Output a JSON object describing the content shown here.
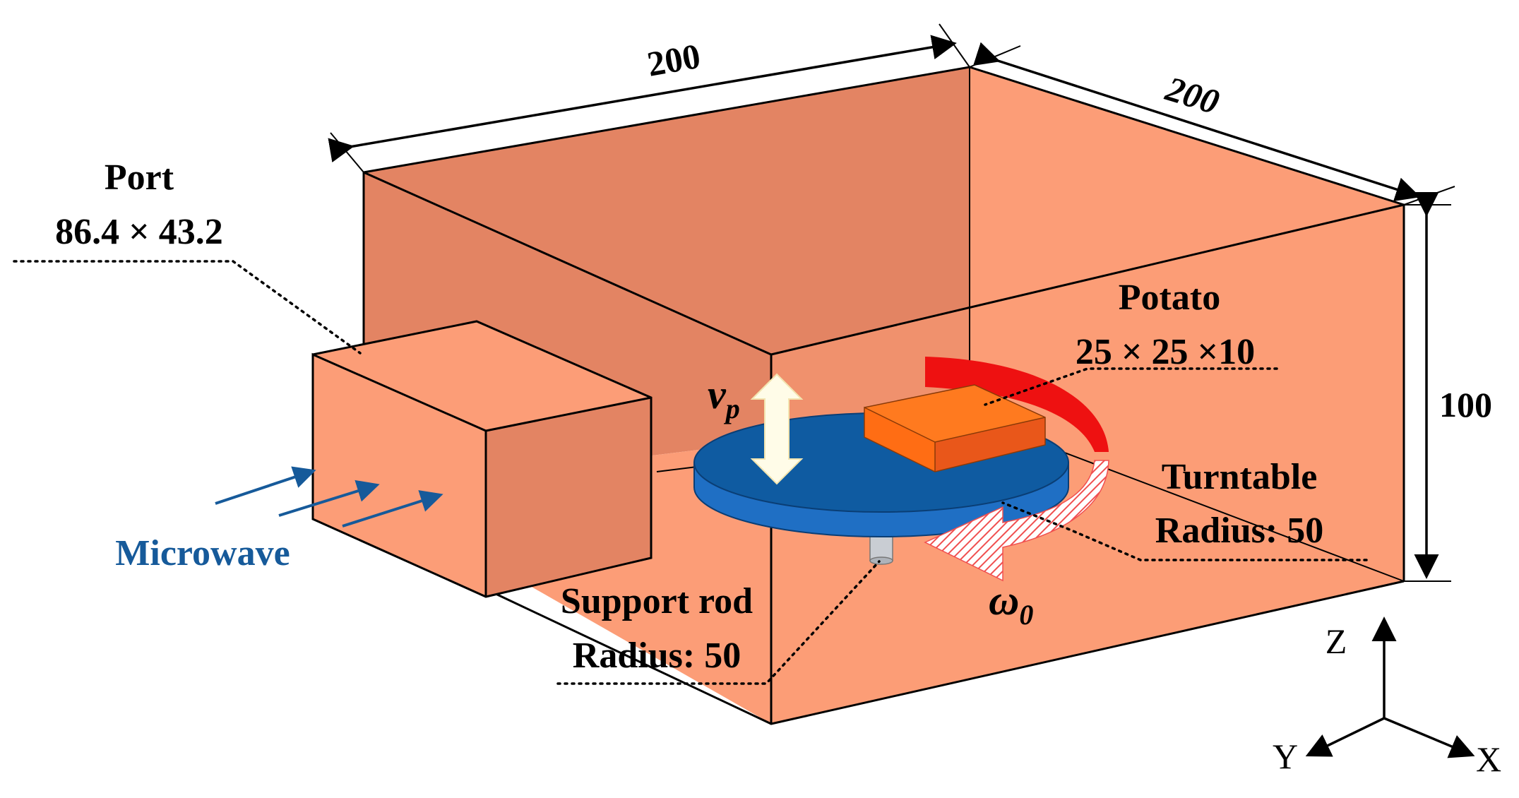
{
  "dimensions": {
    "width_top": "200",
    "depth_top": "200",
    "height_right": "100"
  },
  "port": {
    "title": "Port",
    "size": "86.4 × 43.2"
  },
  "potato": {
    "title": "Potato",
    "size": "25 × 25 ×10"
  },
  "turntable": {
    "title": "Turntable",
    "radius": "Radius: 50"
  },
  "support_rod": {
    "title": "Support rod",
    "radius": "Radius: 50"
  },
  "microwave_label": "Microwave",
  "velocity": {
    "symbol": "v",
    "subscript": "p"
  },
  "angular_velocity": {
    "symbol": "ω",
    "subscript": "0"
  },
  "axes": {
    "z": "Z",
    "y": "Y",
    "x": "X"
  },
  "colors": {
    "cavity_back": "#E38463",
    "cavity_floor": "#FC9D77",
    "port_box": "#FB9C76",
    "turntable": "#0F5BA1",
    "potato": "#FF6D14",
    "rotation_arrow": "#EE1111",
    "microwave": "#165A9A"
  }
}
